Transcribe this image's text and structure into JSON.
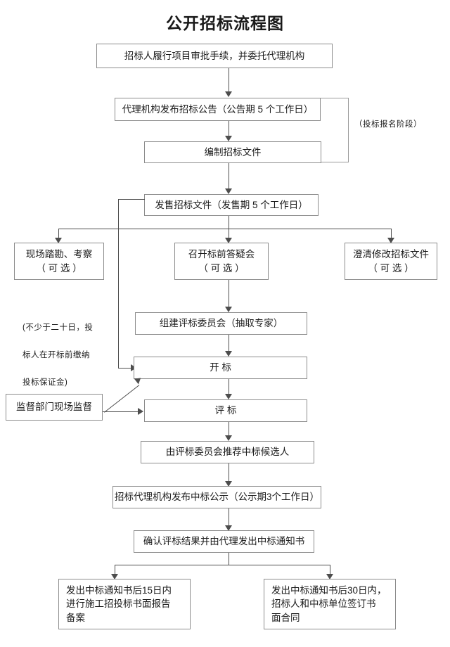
{
  "title": "公开招标流程图",
  "notes": {
    "stage_label": "（投标报名阶段）",
    "deposit_note_l1": "(不少于二十日，投",
    "deposit_note_l2": "标人在开标前缴纳",
    "deposit_note_l3": "投标保证金)"
  },
  "nodes": {
    "approval": "招标人履行项目审批手续，并委托代理机构",
    "announcement": "代理机构发布招标公告（公告期 5 个工作日）",
    "prepare_docs": "编制招标文件",
    "sell_docs": "发售招标文件（发售期 5 个工作日）",
    "site_survey_l1": "现场踏勘、考察",
    "site_survey_l2": "（ 可  选 ）",
    "qa_meeting_l1": "召开标前答疑会",
    "qa_meeting_l2": "（ 可  选 ）",
    "clarify_docs_l1": "澄清修改招标文件",
    "clarify_docs_l2": "（ 可  选 ）",
    "committee": "组建评标委员会（抽取专家）",
    "bid_opening": "开    标",
    "bid_evaluation": "评    标",
    "supervision": "监督部门现场监督",
    "recommend": "由评标委员会推荐中标候选人",
    "publicity": "招标代理机构发布中标公示（公示期3个工作日）",
    "confirm_notice": "确认评标结果并由代理发出中标通知书",
    "filing_l1": "发出中标通知书后15日内",
    "filing_l2": "进行施工招投标书面报告",
    "filing_l3": "备案",
    "contract_l1": "发出中标通知书后30日内，",
    "contract_l2": "招标人和中标单位签订书",
    "contract_l3": "面合同"
  },
  "colors": {
    "box_border": "#8c8c8c",
    "connector": "#4d4d4d",
    "text": "#1a1a1a",
    "background": "#ffffff"
  }
}
